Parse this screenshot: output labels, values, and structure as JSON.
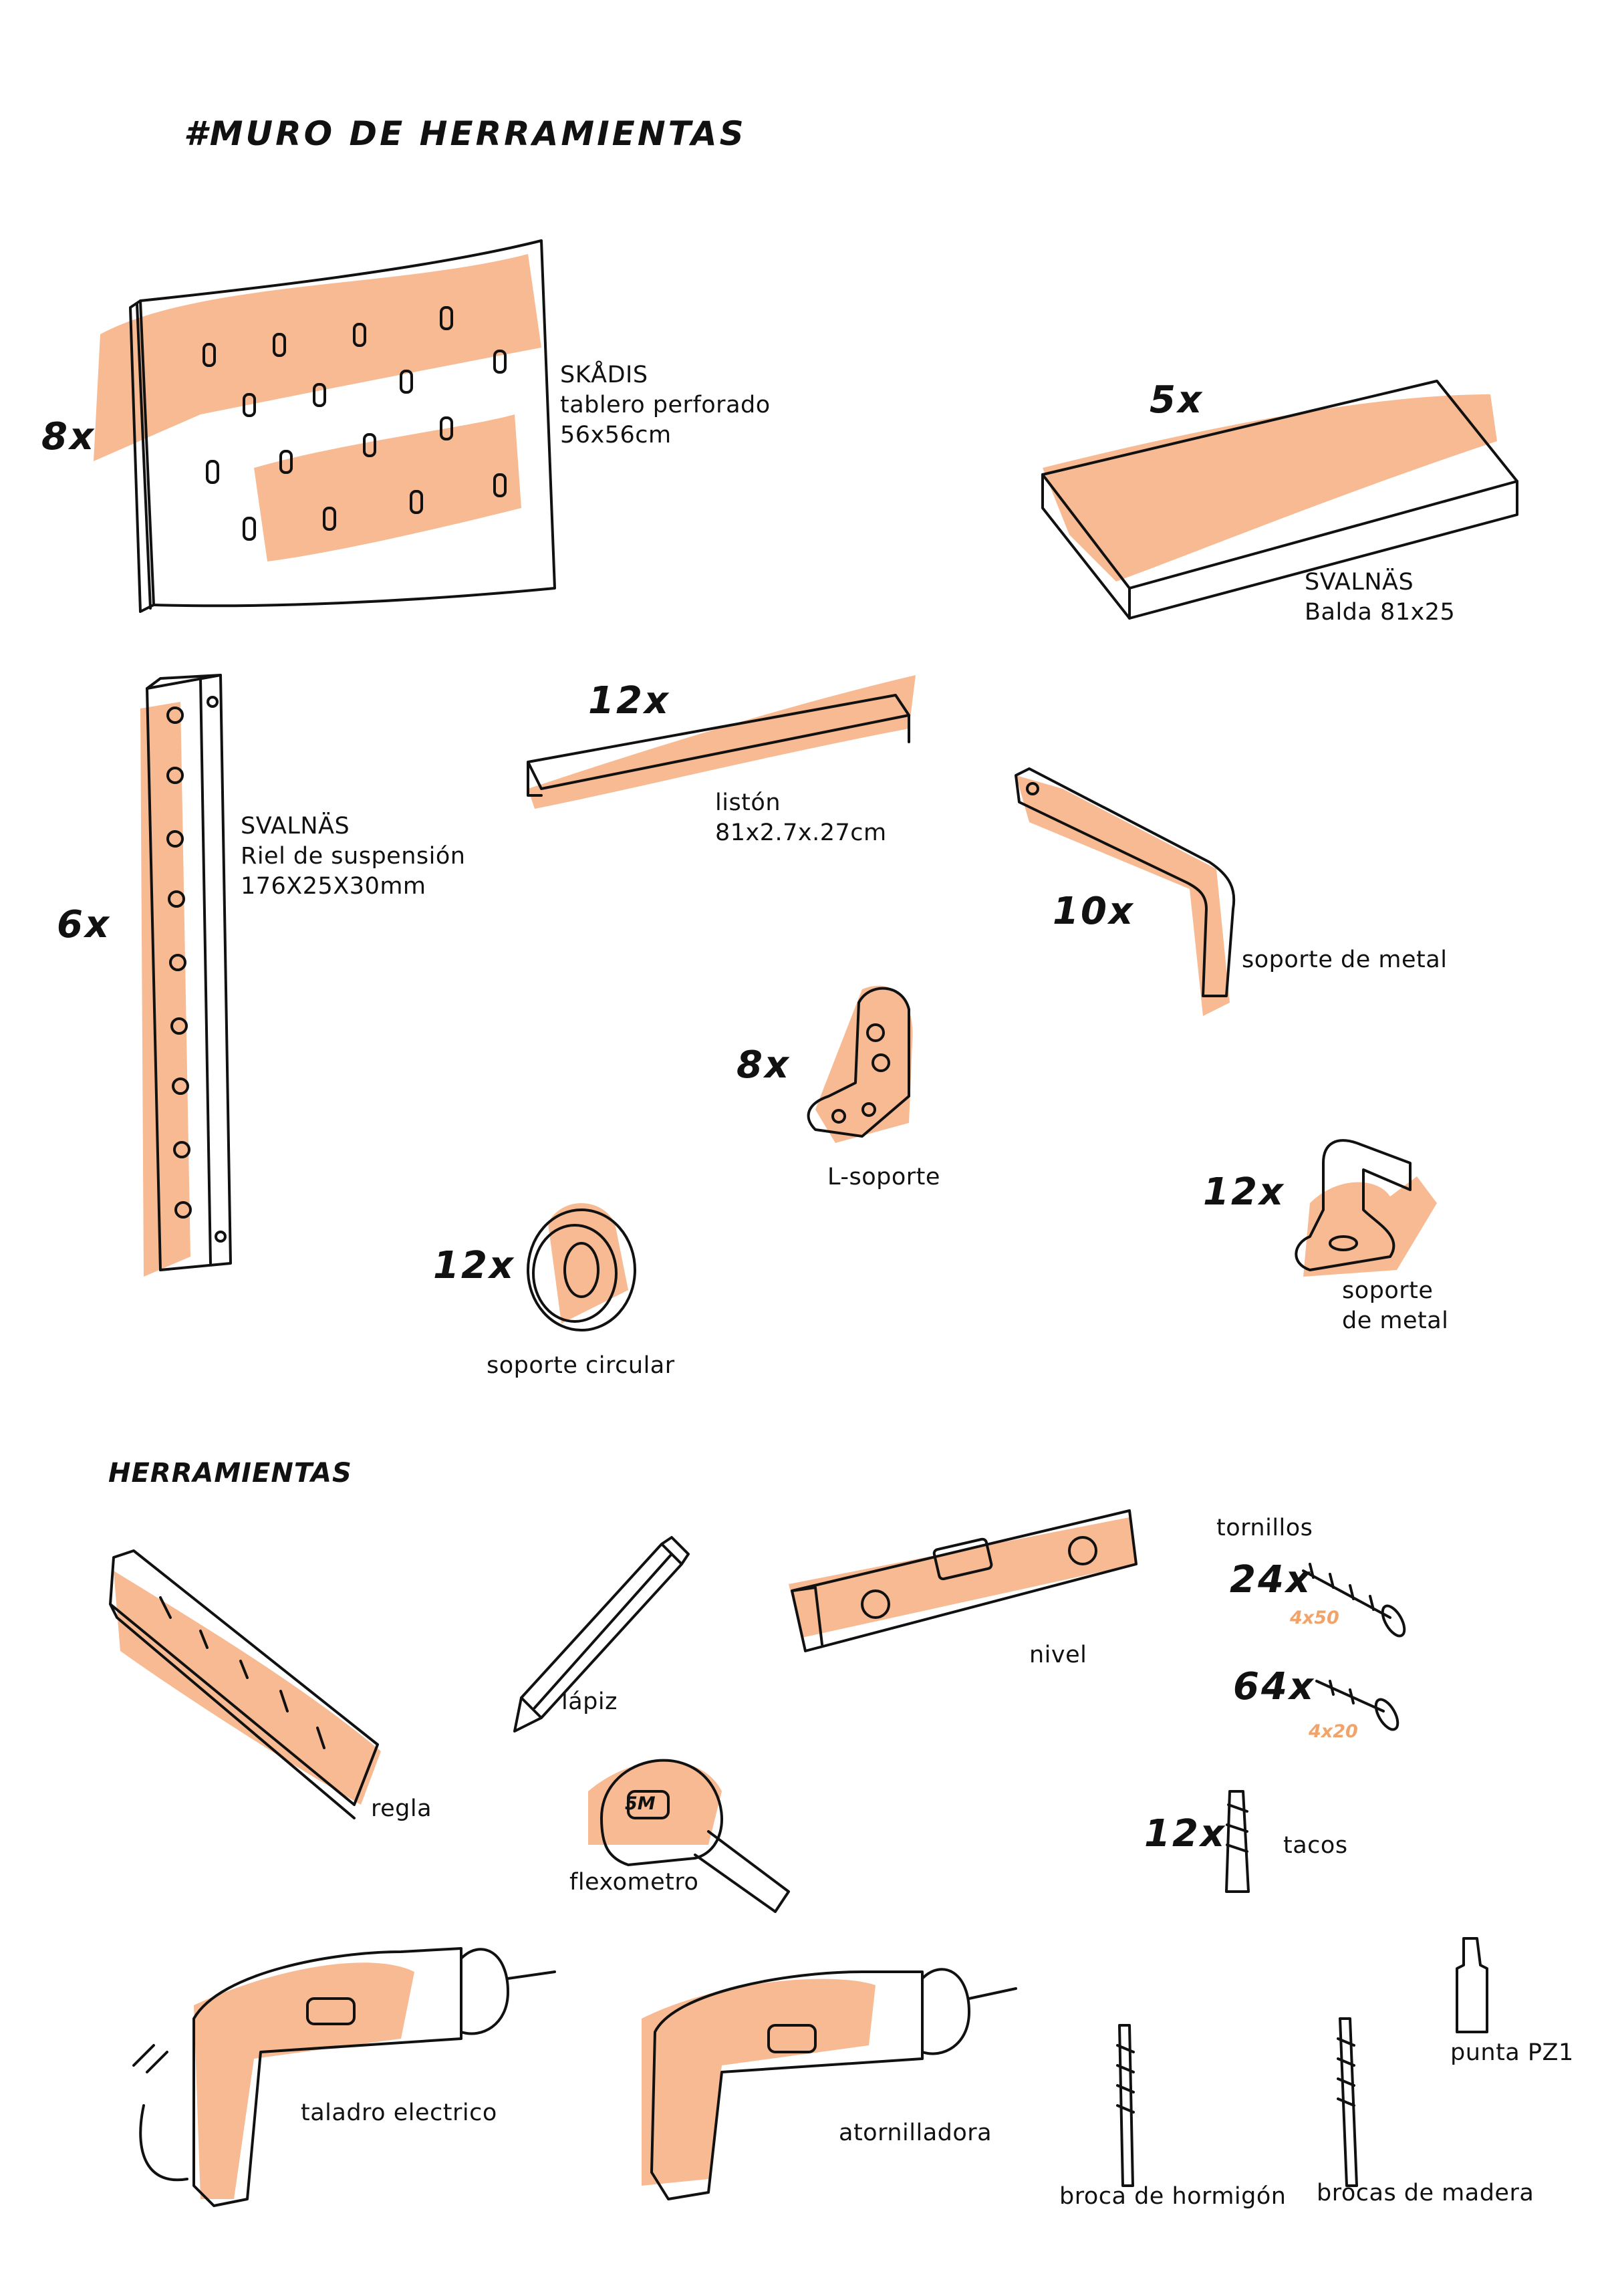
{
  "title": "#MURO DE HERRAMIENTAS",
  "colors": {
    "highlight": "#f6b286",
    "ink": "#111111",
    "small_orange": "#f0a46c"
  },
  "items": {
    "skadis": {
      "qty": "8x",
      "name": "SKÅDIS",
      "line2": "tablero perforado",
      "line3": "56x56cm"
    },
    "balda": {
      "qty": "5x",
      "name": "SVALNÄS",
      "line2": "Balda 81x25"
    },
    "riel": {
      "qty": "6x",
      "name": "SVALNÄS",
      "line2": "Riel de suspensión",
      "line3": "176X25X30mm"
    },
    "liston": {
      "qty": "12x",
      "name": "listón",
      "line2": "81x2.7x.27cm"
    },
    "soporte_metal_1": {
      "qty": "10x",
      "name": "soporte de metal"
    },
    "l_soporte": {
      "qty": "8x",
      "name": "L-soporte"
    },
    "soporte_metal_2": {
      "qty": "12x",
      "name": "soporte",
      "line2": "de metal"
    },
    "soporte_circular": {
      "qty": "12x",
      "name": "soporte circular"
    }
  },
  "tools_heading": "HERRAMIENTAS",
  "tools": {
    "regla": "regla",
    "lapiz": "lápiz",
    "flexometro": "flexometro",
    "flexometro_badge": "5M",
    "nivel": "nivel",
    "tornillos": "tornillos",
    "screw1_qty": "24x",
    "screw1_size": "4x50",
    "screw2_qty": "64x",
    "screw2_size": "4x20",
    "tacos_qty": "12x",
    "tacos": "tacos",
    "taladro": "taladro electrico",
    "atornilladora": "atornilladora",
    "broca_hormigon": "broca de hormigón",
    "brocas_madera": "brocas de madera",
    "punta": "punta PZ1"
  }
}
